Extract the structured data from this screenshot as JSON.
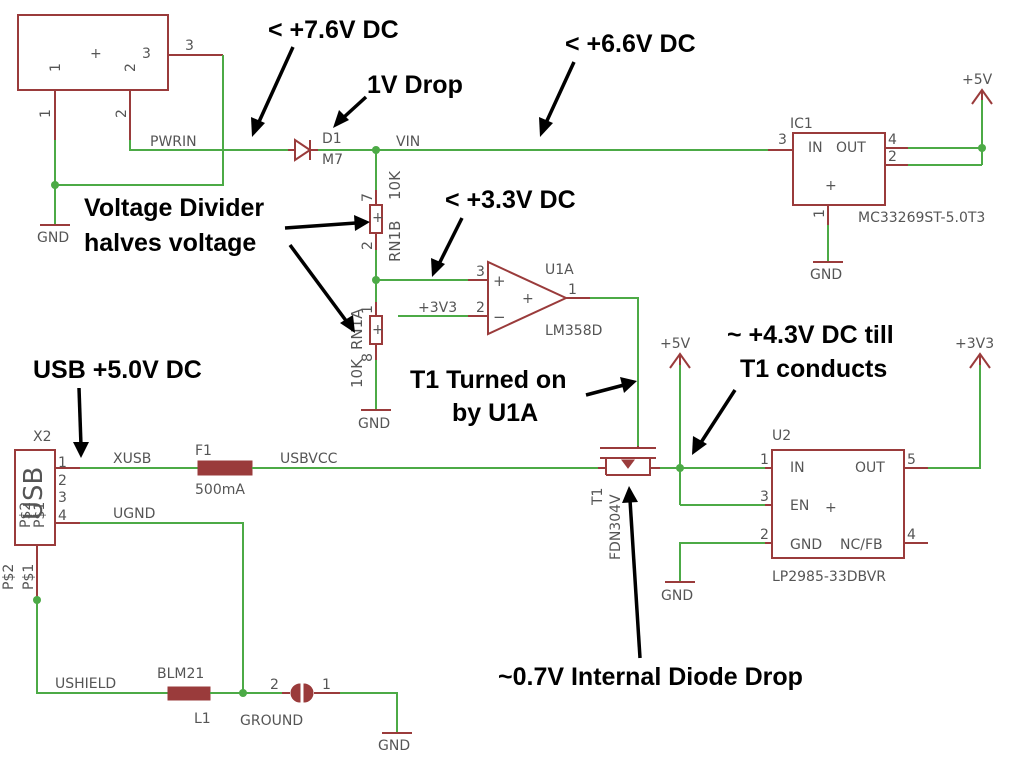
{
  "labels": {
    "pwrin": "PWRIN",
    "vin": "VIN",
    "d1_name": "D1",
    "d1_value": "M7",
    "ic1_name": "IC1",
    "ic1_value": "MC33269ST-5.0T3",
    "ic1_in": "IN",
    "ic1_out": "OUT",
    "rn1b_name": "RN1B",
    "rn1b_value": "10K",
    "rn1a_name": "RN1A",
    "rn1a_value": "10K",
    "u1a_name": "U1A",
    "u1a_value": "LM358D",
    "ref_3v3": "+3V3",
    "x2_name": "X2",
    "usb": "USB",
    "xusb": "XUSB",
    "f1_name": "F1",
    "f1_value": "500mA",
    "usbvcc": "USBVCC",
    "ugnd": "UGND",
    "ushield": "USHIELD",
    "l1_name": "L1",
    "l1_value": "BLM21",
    "ground": "GROUND",
    "t1_name": "T1",
    "t1_value": "FDN304V",
    "u2_name": "U2",
    "u2_value": "LP2985-33DBVR",
    "u2_in": "IN",
    "u2_out": "OUT",
    "u2_en": "EN",
    "u2_gnd": "GND",
    "u2_ncfb": "NC/FB",
    "p5v_a": "+5V",
    "p5v_b": "+5V",
    "p3v3": "+3V3",
    "gnd": "GND",
    "ps1": "P$1",
    "ps2": "P$2",
    "plus": "+",
    "minus": "−"
  },
  "pins": {
    "one": "1",
    "two": "2",
    "three": "3",
    "four": "4",
    "five": "5",
    "seven": "7",
    "eight": "8"
  },
  "annotations": {
    "v76": "< +7.6V DC",
    "v66": "< +6.6V DC",
    "drop1": "1V Drop",
    "v33": "< +3.3V DC",
    "divider_l1": "Voltage Divider",
    "divider_l2": "halves voltage",
    "usb5": "USB +5.0V DC",
    "t1on_l1": "T1 Turned on",
    "t1on_l2": "by U1A",
    "v43_l1": "~ +4.3V DC till",
    "v43_l2": "T1 conducts",
    "diode": "~0.7V Internal Diode Drop"
  },
  "colors": {
    "net": "#4caa46",
    "part": "#9a3b3b",
    "label": "#555555",
    "annotation": "#000000"
  }
}
